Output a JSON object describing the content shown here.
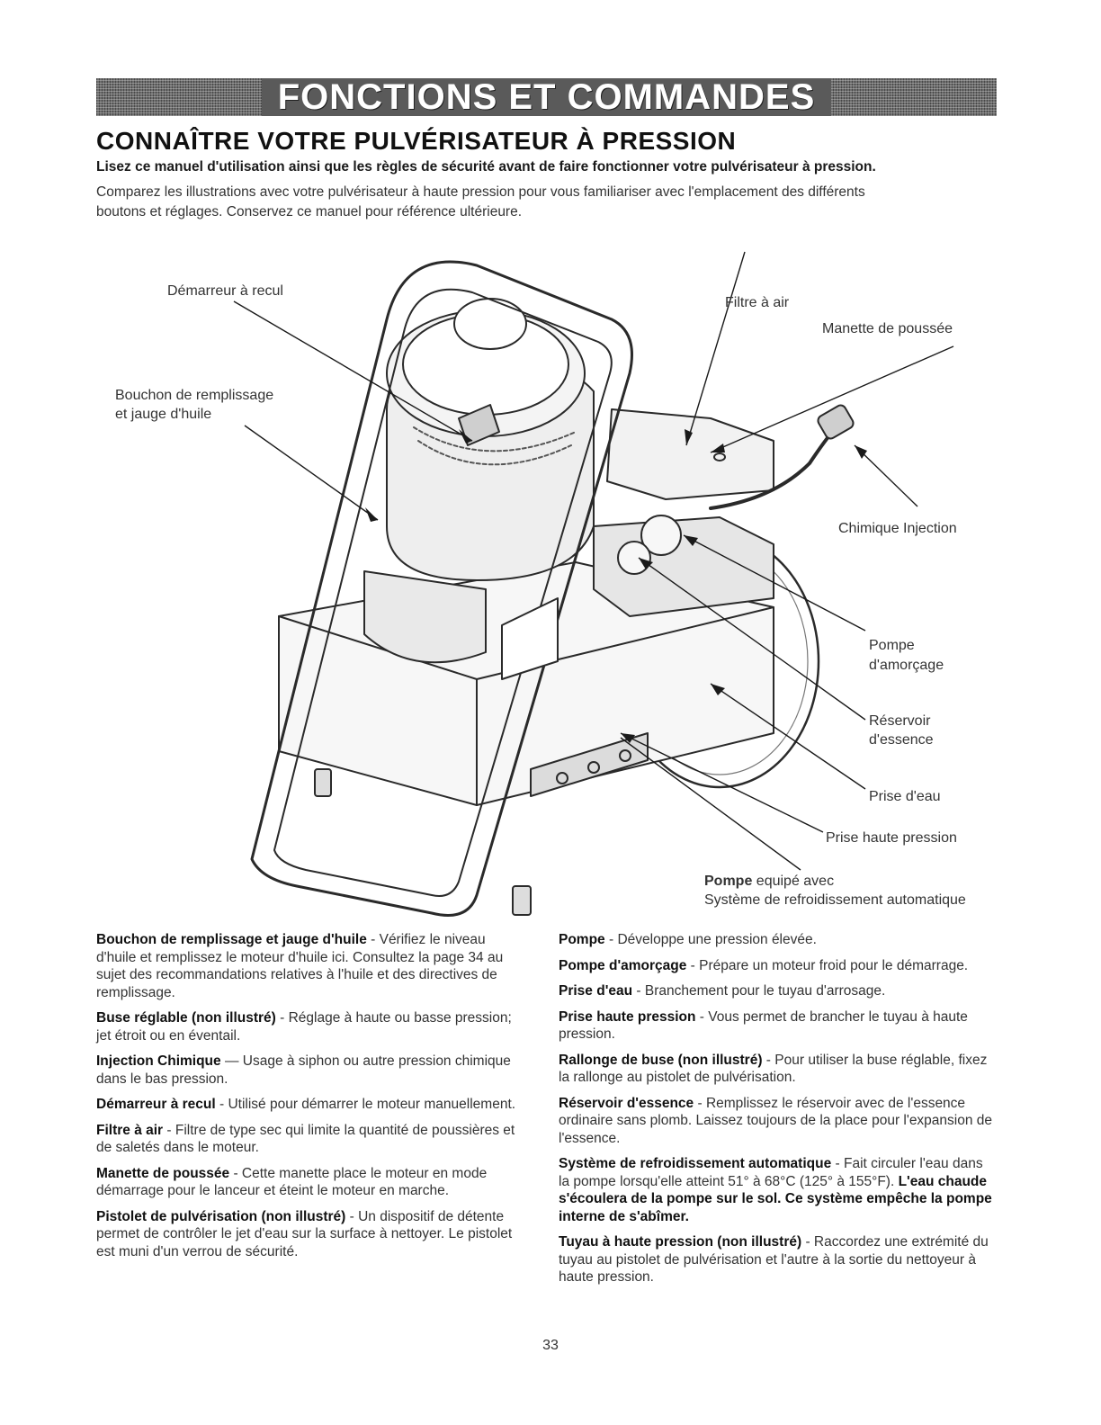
{
  "banner_title": "FONCTIONS ET COMMANDES",
  "heading": "CONNAÎTRE VOTRE PULVÉRISATEUR À PRESSION",
  "intro_bold": "Lisez ce manuel d'utilisation ainsi que les règles de sécurité avant de faire fonctionner votre pulvérisateur à pression.",
  "intro_line1": "Comparez les illustrations avec votre pulvérisateur à haute pression pour vous familiariser avec l'emplacement des différents",
  "intro_line2": "boutons et réglages. Conservez ce manuel pour référence ultérieure.",
  "callouts": {
    "demarreur": "Démarreur à recul",
    "bouchon_l1": "Bouchon de remplissage",
    "bouchon_l2": "et jauge d'huile",
    "filtre": "Filtre à air",
    "manette": "Manette de poussée",
    "chimique": "Chimique Injection",
    "pompe_am_l1": "Pompe",
    "pompe_am_l2": "d'amorçage",
    "reservoir_l1": "Réservoir",
    "reservoir_l2": "d'essence",
    "prise_eau": "Prise d'eau",
    "prise_hp": "Prise haute pression",
    "pompe_bold": "Pompe",
    "pompe_rest": " equipé avec",
    "pompe_l2": "Système de refroidissement automatique"
  },
  "left_column": [
    {
      "term": "Bouchon de remplissage et jauge d'huile",
      "text": " - Vérifiez le niveau d'huile et remplissez le moteur d'huile ici. Consultez la page 34 au sujet des recommandations relatives à l'huile et des directives de remplissage."
    },
    {
      "term": "Buse réglable (non illustré)",
      "text": " - Réglage à haute ou basse pression; jet étroit ou en éventail."
    },
    {
      "term": "Injection Chimique",
      "text": " — Usage à siphon ou autre pression chimique dans le bas pression."
    },
    {
      "term": "Démarreur à recul",
      "text": " - Utilisé pour démarrer le moteur manuellement."
    },
    {
      "term": "Filtre à air",
      "text": " - Filtre de type sec qui limite la quantité de poussières et de saletés dans le moteur."
    },
    {
      "term": "Manette de poussée",
      "text": " - Cette manette place le moteur en mode démarrage pour le lanceur et éteint le moteur en marche."
    },
    {
      "term": "Pistolet de pulvérisation (non illustré)",
      "text": " - Un dispositif de détente permet de contrôler le jet d'eau sur la surface à nettoyer. Le pistolet est muni d'un verrou de sécurité."
    }
  ],
  "right_column": [
    {
      "term": "Pompe",
      "text": " - Développe une pression élevée.",
      "emph": ""
    },
    {
      "term": "Pompe d'amorçage",
      "text": " - Prépare un moteur froid pour le démarrage.",
      "emph": ""
    },
    {
      "term": "Prise d'eau",
      "text": " - Branchement pour le tuyau d'arrosage.",
      "emph": ""
    },
    {
      "term": "Prise haute pression",
      "text": " - Vous permet de brancher le tuyau à haute pression.",
      "emph": ""
    },
    {
      "term": "Rallonge de buse (non illustré)",
      "text": " - Pour utiliser la buse réglable, fixez la rallonge au pistolet de pulvérisation.",
      "emph": ""
    },
    {
      "term": "Réservoir d'essence",
      "text": " - Remplissez le réservoir avec de l'essence ordinaire sans plomb. Laissez toujours de la place pour l'expansion de l'essence.",
      "emph": ""
    },
    {
      "term": "Système de refroidissement automatique",
      "text": " - Fait circuler l'eau dans la pompe lorsqu'elle atteint 51° à 68°C (125° à 155°F). ",
      "emph": "L'eau chaude s'écoulera de la pompe sur le sol. Ce système empêche la pompe interne de s'abîmer."
    },
    {
      "term": "Tuyau à haute pression (non illustré)",
      "text": " - Raccordez une extrémité du tuyau au pistolet de pulvérisation et l'autre à la sortie du nettoyeur à haute pression.",
      "emph": ""
    }
  ],
  "page_number": "33"
}
